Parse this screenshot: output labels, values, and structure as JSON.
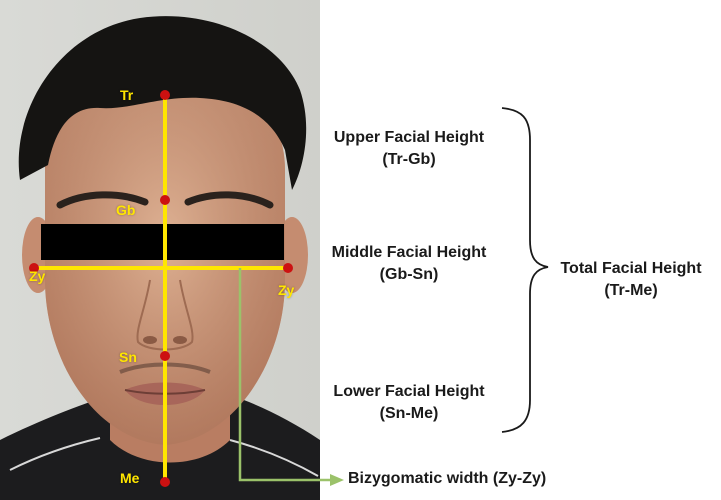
{
  "landmarks": {
    "tr": "Tr",
    "gb": "Gb",
    "zy_left": "Zy",
    "zy_right": "Zy",
    "sn": "Sn",
    "me": "Me"
  },
  "measurements": {
    "upper": {
      "title": "Upper Facial Height",
      "code": "(Tr-Gb)"
    },
    "middle": {
      "title": "Middle Facial Height",
      "code": "(Gb-Sn)"
    },
    "lower": {
      "title": "Lower Facial Height",
      "code": "(Sn-Me)"
    },
    "total": {
      "title": "Total Facial Height",
      "code": "(Tr-Me)"
    },
    "bizygomatic": "Bizygomatic width (Zy-Zy)"
  },
  "colors": {
    "line": "#ffe600",
    "point": "#cc1111",
    "arrow": "#9bc26a",
    "bar": "#000000",
    "text": "#1a1a1a"
  }
}
